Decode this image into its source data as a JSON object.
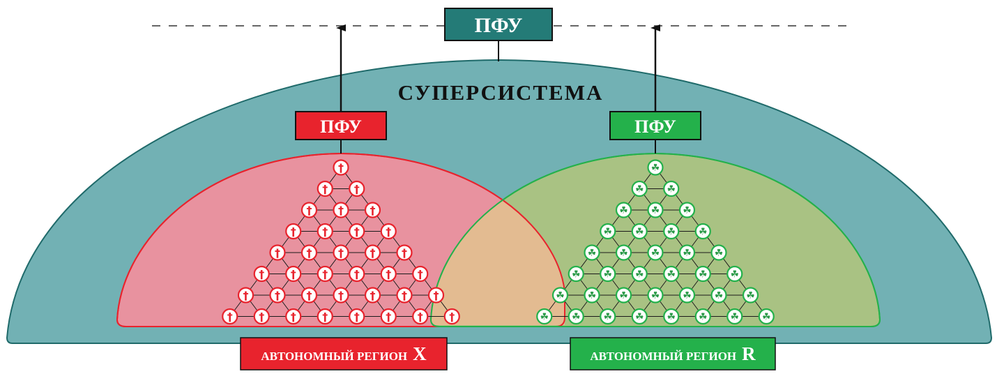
{
  "top_box": {
    "label": "ПФУ",
    "color": "#247b77"
  },
  "supersystem": {
    "label": "СУПЕРСИСТЕМА",
    "color": "#72b1b4",
    "stroke": "#1f6a6a"
  },
  "region_x": {
    "box_label": "ПФУ",
    "caption_prefix": "АВТОНОМНЫЙ РЕГИОН",
    "caption_letter": "X",
    "color": "#e8232d",
    "fill": "#e8929f",
    "node_glyph": "†",
    "node_icon": "cross-icon"
  },
  "region_r": {
    "box_label": "ПФУ",
    "caption_prefix": "АВТОНОМНЫЙ РЕГИОН",
    "caption_letter": "R",
    "color": "#24b14b",
    "fill": "#a9c283",
    "node_glyph": "☘",
    "node_icon": "trefoil-icon"
  },
  "overlap_fill": "#e3bb91"
}
